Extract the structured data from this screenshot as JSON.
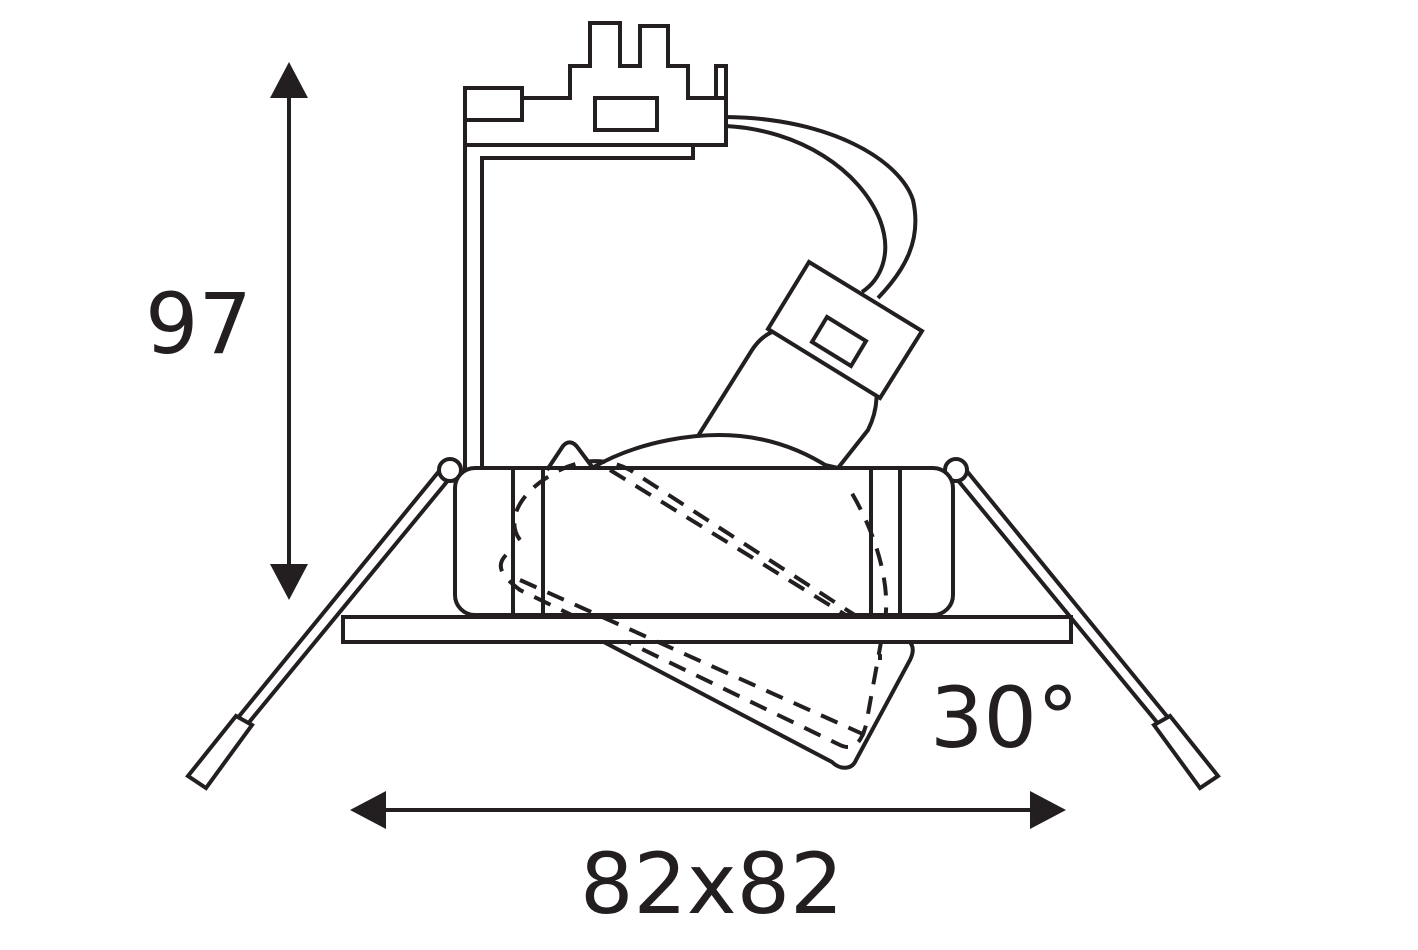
{
  "dimensions": {
    "height_label": "97",
    "width_label": "82x82",
    "tilt_angle_label": "30°"
  },
  "colors": {
    "line": "#231f20",
    "background": "#ffffff"
  }
}
